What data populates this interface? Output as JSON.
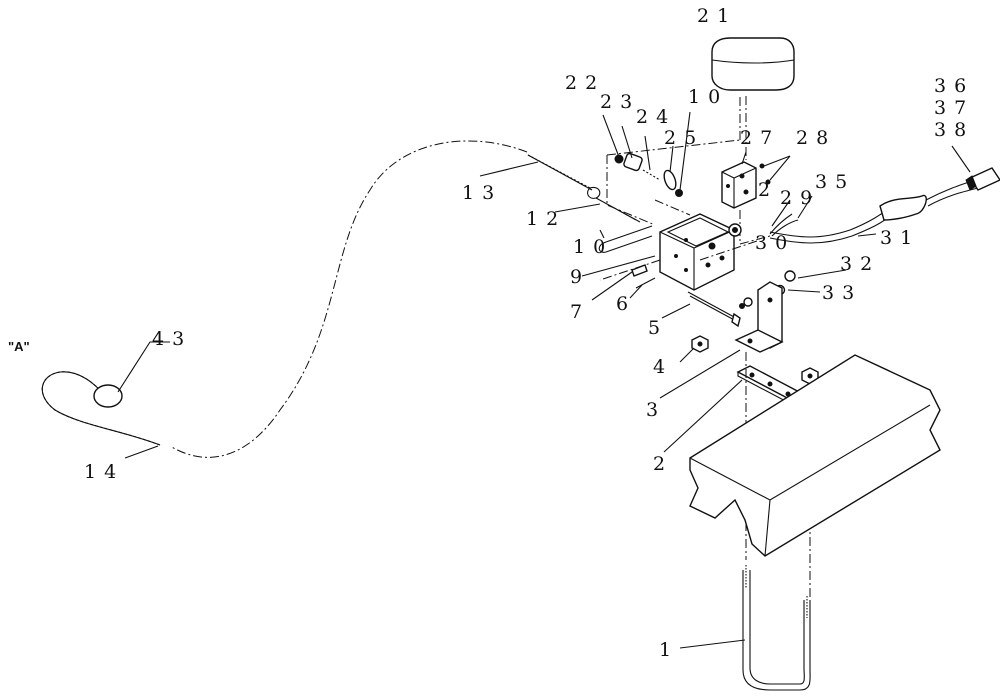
{
  "view_label": "\"A\"",
  "callouts": {
    "c1": "1",
    "c2": "2",
    "c3": "3",
    "c4": "4",
    "c5": "5",
    "c6": "6",
    "c7": "7",
    "c9": "9",
    "c10a": "1 0",
    "c10b": "1 0",
    "c12": "1 2",
    "c13": "1 3",
    "c14": "1 4",
    "c21": "2 1",
    "c22": "2 2",
    "c23": "2 3",
    "c24": "2 4",
    "c25": "2 5",
    "c26": "2",
    "c27": "2 7",
    "c28": "2 8",
    "c29": "2 9",
    "c30": "3 0",
    "c31": "3 1",
    "c32": "3 2",
    "c33": "3 3",
    "c35": "3 5",
    "c36": "3 6",
    "c37": "3 7",
    "c38": "3 8",
    "c43": "4 3"
  }
}
